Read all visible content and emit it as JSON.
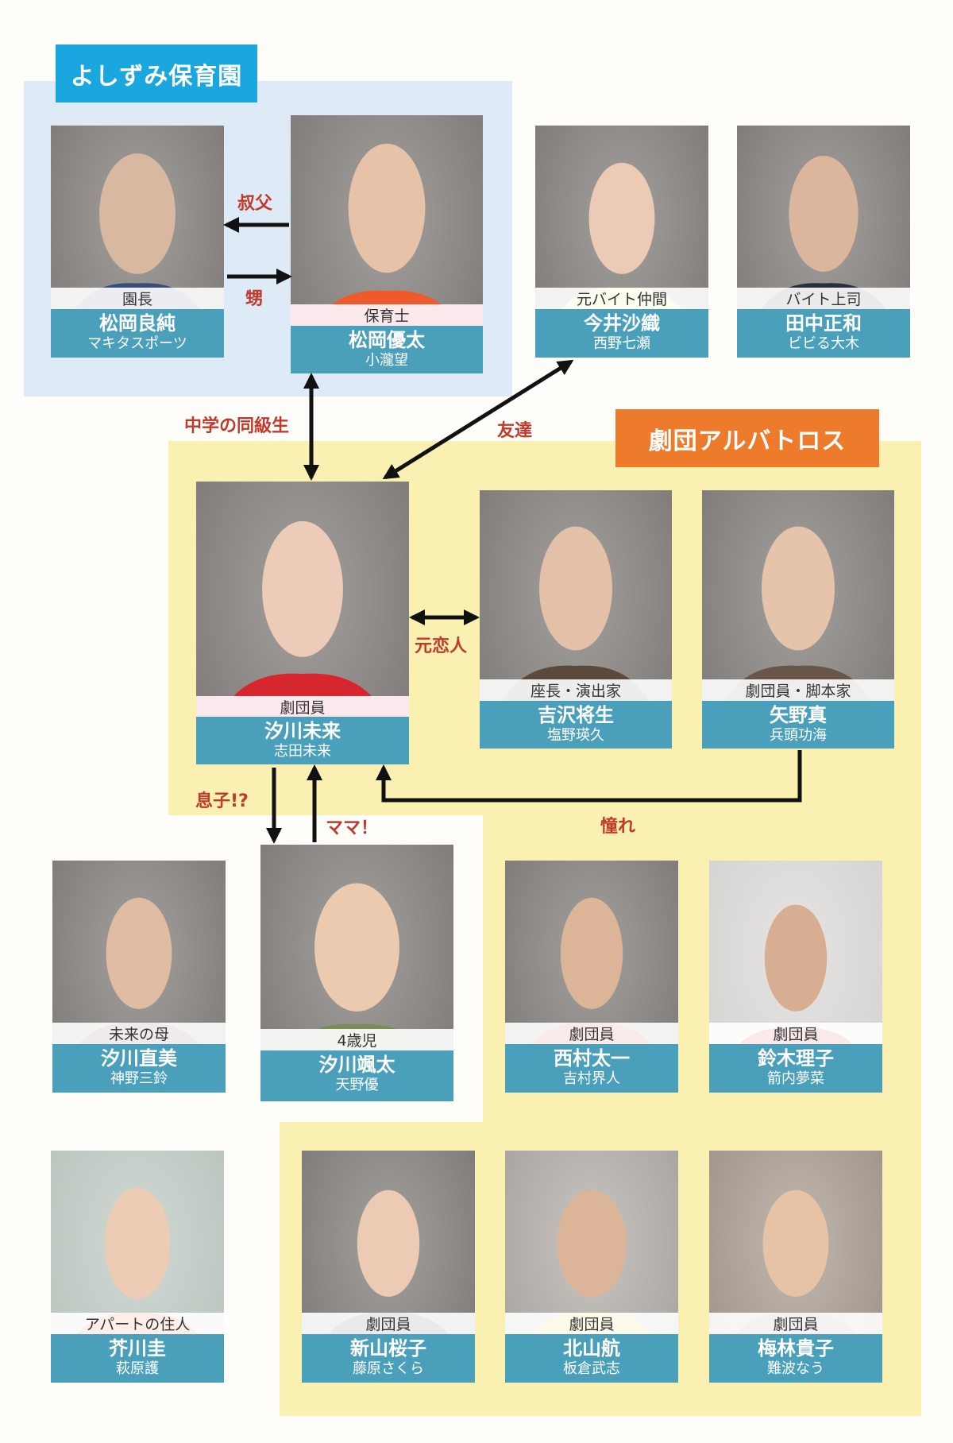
{
  "groups": {
    "hoikuen": "よしずみ保育園",
    "gekidan": "劇団アルバトロス"
  },
  "colors": {
    "hoikuen_bg": "#deebf6",
    "hoikuen_title": "#1aa7e0",
    "gekidan_bg": "#faf0b2",
    "gekidan_title": "#ee7b2c",
    "name_bar": "#4aa0bb",
    "relation_text": "#c0392b"
  },
  "characters": [
    {
      "id": "matsuoka-ryoujun",
      "role": "園長",
      "name": "松岡良純",
      "actor": "マキタスポーツ"
    },
    {
      "id": "matsuoka-yuta",
      "role": "保育士",
      "name": "松岡優太",
      "actor": "小瀧望"
    },
    {
      "id": "imai-saori",
      "role": "元バイト仲間",
      "name": "今井沙織",
      "actor": "西野七瀬"
    },
    {
      "id": "tanaka-masakazu",
      "role": "バイト上司",
      "name": "田中正和",
      "actor": "ビビる大木"
    },
    {
      "id": "shiokawa-miku",
      "role": "劇団員",
      "name": "汐川未来",
      "actor": "志田未来"
    },
    {
      "id": "yoshizawa-shousei",
      "role": "座長・演出家",
      "name": "吉沢将生",
      "actor": "塩野瑛久"
    },
    {
      "id": "yano-makoto",
      "role": "劇団員・脚本家",
      "name": "矢野真",
      "actor": "兵頭功海"
    },
    {
      "id": "shiokawa-naomi",
      "role": "未来の母",
      "name": "汐川直美",
      "actor": "神野三鈴"
    },
    {
      "id": "shiokawa-futa",
      "role": "4歳児",
      "name": "汐川颯太",
      "actor": "天野優"
    },
    {
      "id": "nishimura-taichi",
      "role": "劇団員",
      "name": "西村太一",
      "actor": "吉村界人"
    },
    {
      "id": "suzuki-riko",
      "role": "劇団員",
      "name": "鈴木理子",
      "actor": "箭内夢菜"
    },
    {
      "id": "akutagawa-kei",
      "role": "アパートの住人",
      "name": "芥川圭",
      "actor": "萩原護"
    },
    {
      "id": "niiyama-sakurako",
      "role": "劇団員",
      "name": "新山桜子",
      "actor": "藤原さくら"
    },
    {
      "id": "kitayama-wataru",
      "role": "劇団員",
      "name": "北山航",
      "actor": "板倉武志"
    },
    {
      "id": "umebayashi-takako",
      "role": "劇団員",
      "name": "梅林貴子",
      "actor": "難波なう"
    }
  ],
  "relations": {
    "uncle": "叔父",
    "nephew": "甥",
    "classmate": "中学の同級生",
    "friend": "友達",
    "ex_lover": "元恋人",
    "son": "息子!?",
    "mama": "ママ！",
    "admire": "憧れ"
  }
}
